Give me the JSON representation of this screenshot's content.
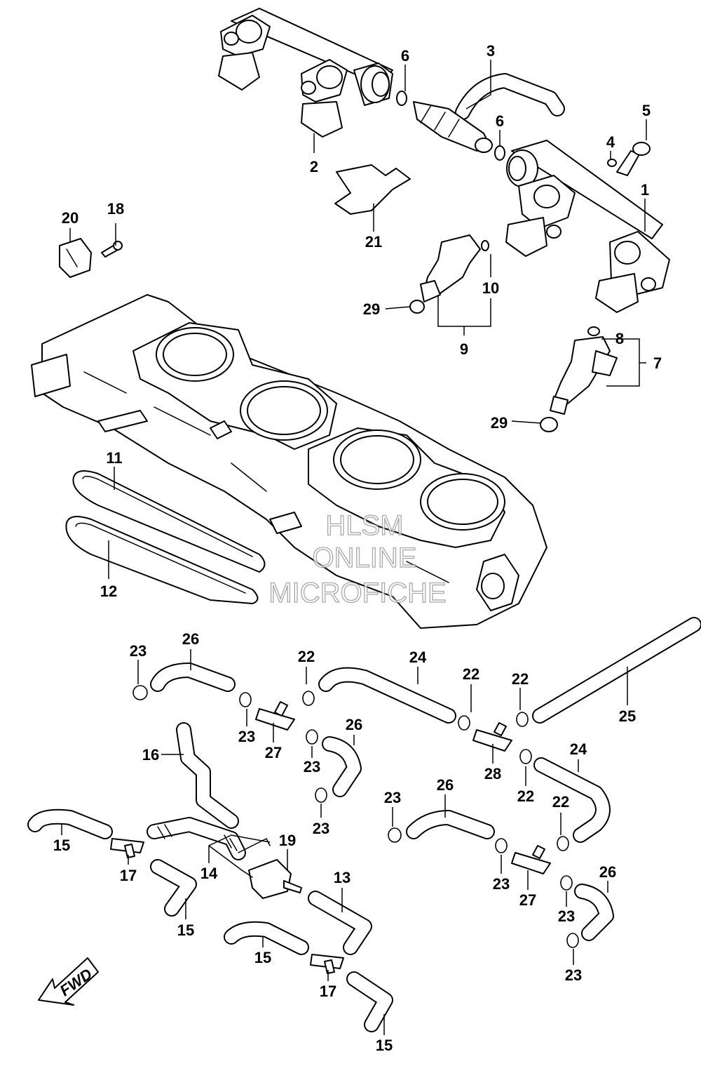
{
  "diagram": {
    "callouts": [
      {
        "id": "c1",
        "text": "1"
      },
      {
        "id": "c2",
        "text": "2"
      },
      {
        "id": "c3",
        "text": "3"
      },
      {
        "id": "c4",
        "text": "4"
      },
      {
        "id": "c5",
        "text": "5"
      },
      {
        "id": "c6a",
        "text": "6"
      },
      {
        "id": "c6b",
        "text": "6"
      },
      {
        "id": "c7",
        "text": "7"
      },
      {
        "id": "c8",
        "text": "8"
      },
      {
        "id": "c9",
        "text": "9"
      },
      {
        "id": "c10",
        "text": "10"
      },
      {
        "id": "c11",
        "text": "11"
      },
      {
        "id": "c12",
        "text": "12"
      },
      {
        "id": "c13",
        "text": "13"
      },
      {
        "id": "c14",
        "text": "14"
      },
      {
        "id": "c15a",
        "text": "15"
      },
      {
        "id": "c15b",
        "text": "15"
      },
      {
        "id": "c15c",
        "text": "15"
      },
      {
        "id": "c15d",
        "text": "15"
      },
      {
        "id": "c16",
        "text": "16"
      },
      {
        "id": "c17a",
        "text": "17"
      },
      {
        "id": "c17b",
        "text": "17"
      },
      {
        "id": "c18",
        "text": "18"
      },
      {
        "id": "c19",
        "text": "19"
      },
      {
        "id": "c20",
        "text": "20"
      },
      {
        "id": "c21",
        "text": "21"
      },
      {
        "id": "c22a",
        "text": "22"
      },
      {
        "id": "c22b",
        "text": "22"
      },
      {
        "id": "c22c",
        "text": "22"
      },
      {
        "id": "c22d",
        "text": "22"
      },
      {
        "id": "c22e",
        "text": "22"
      },
      {
        "id": "c23a",
        "text": "23"
      },
      {
        "id": "c23b",
        "text": "23"
      },
      {
        "id": "c23c",
        "text": "23"
      },
      {
        "id": "c23d",
        "text": "23"
      },
      {
        "id": "c23e",
        "text": "23"
      },
      {
        "id": "c23f",
        "text": "23"
      },
      {
        "id": "c23g",
        "text": "23"
      },
      {
        "id": "c23h",
        "text": "23"
      },
      {
        "id": "c24a",
        "text": "24"
      },
      {
        "id": "c24b",
        "text": "24"
      },
      {
        "id": "c25",
        "text": "25"
      },
      {
        "id": "c26a",
        "text": "26"
      },
      {
        "id": "c26b",
        "text": "26"
      },
      {
        "id": "c26c",
        "text": "26"
      },
      {
        "id": "c26d",
        "text": "26"
      },
      {
        "id": "c27a",
        "text": "27"
      },
      {
        "id": "c27b",
        "text": "27"
      },
      {
        "id": "c28",
        "text": "28"
      },
      {
        "id": "c29a",
        "text": "29"
      },
      {
        "id": "c29b",
        "text": "29"
      }
    ],
    "watermark": {
      "line1": "HLSM",
      "line2": "ONLINE",
      "line3": "MICROFICHE"
    },
    "fwd_label": "FWD"
  }
}
